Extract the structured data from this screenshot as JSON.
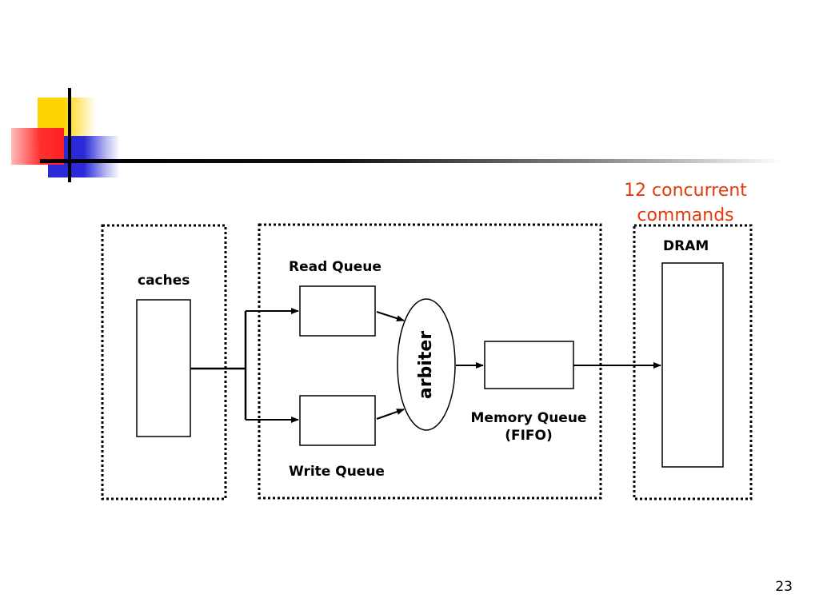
{
  "annotation": {
    "line1": "12 concurrent",
    "line2": "commands"
  },
  "labels": {
    "caches": "caches",
    "read_queue": "Read Queue",
    "write_queue": "Write Queue",
    "arbiter": "arbiter",
    "memory_queue_line1": "Memory Queue",
    "memory_queue_line2": "(FIFO)",
    "dram": "DRAM"
  },
  "page_number": "23",
  "colors": {
    "annotation": "#e23a0b",
    "deco_yellow": "#ffd400",
    "deco_blue": "#2a2ad8",
    "deco_red": "#ff3030"
  }
}
